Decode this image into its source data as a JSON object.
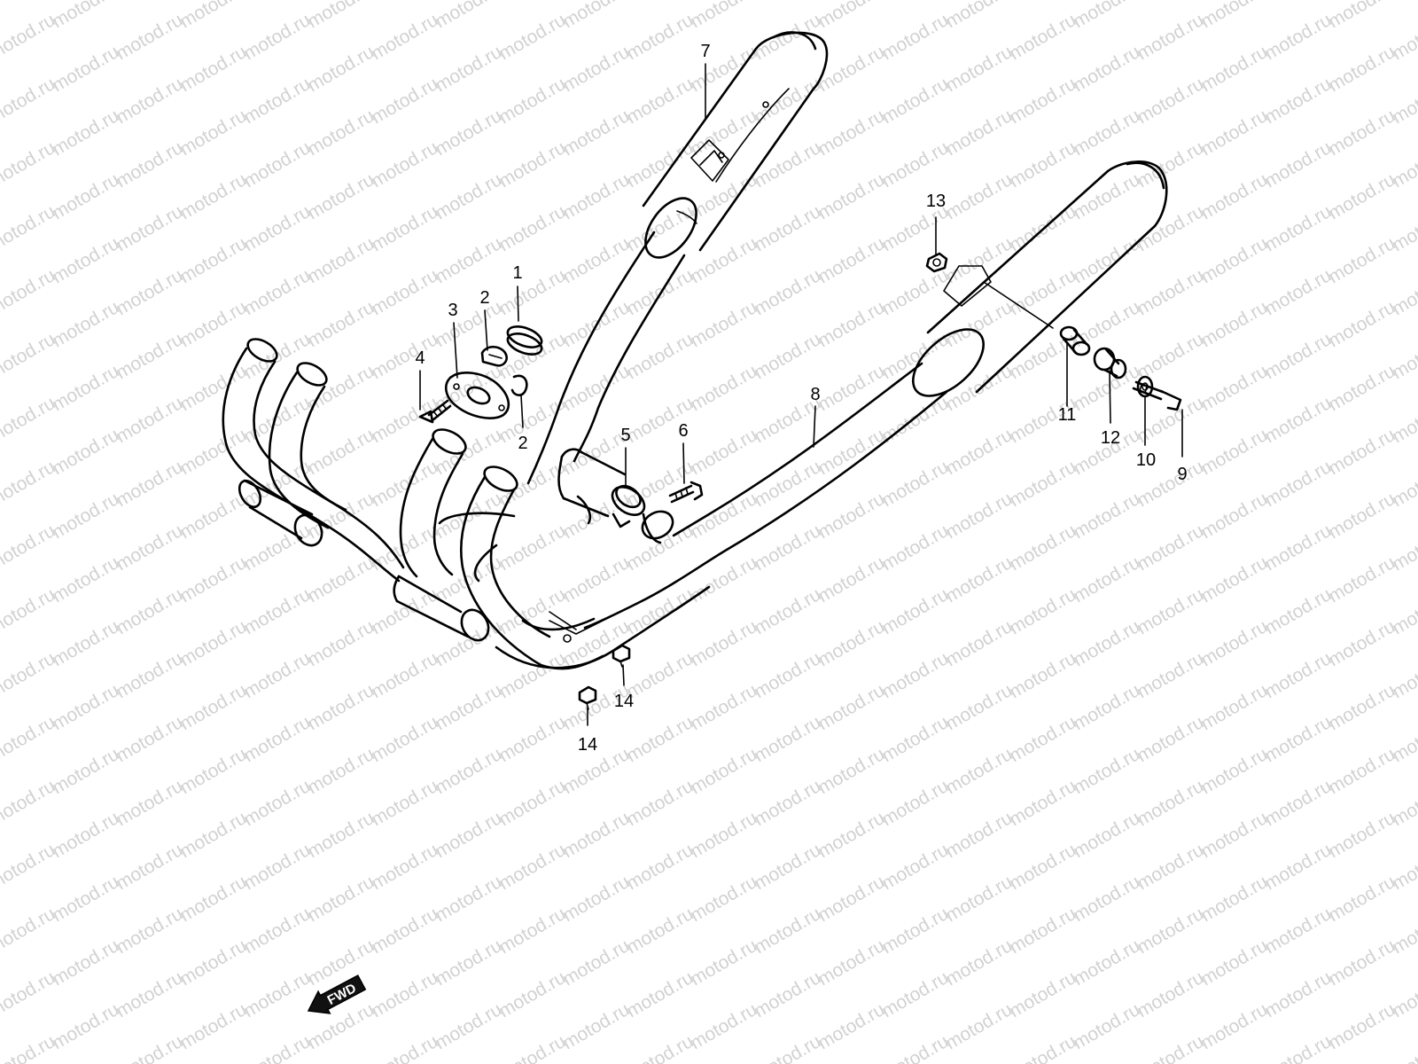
{
  "watermark": {
    "text": "motod.ru",
    "color": "#d2d2d2"
  },
  "fwd_label": "FWD",
  "callouts": [
    {
      "id": "c1",
      "label": "1"
    },
    {
      "id": "c2a",
      "label": "2"
    },
    {
      "id": "c2b",
      "label": "2"
    },
    {
      "id": "c3",
      "label": "3"
    },
    {
      "id": "c4",
      "label": "4"
    },
    {
      "id": "c5",
      "label": "5"
    },
    {
      "id": "c6",
      "label": "6"
    },
    {
      "id": "c7",
      "label": "7"
    },
    {
      "id": "c8",
      "label": "8"
    },
    {
      "id": "c9",
      "label": "9"
    },
    {
      "id": "c10",
      "label": "10"
    },
    {
      "id": "c11",
      "label": "11"
    },
    {
      "id": "c12",
      "label": "12"
    },
    {
      "id": "c13",
      "label": "13"
    },
    {
      "id": "c14a",
      "label": "14"
    },
    {
      "id": "c14b",
      "label": "14"
    }
  ]
}
